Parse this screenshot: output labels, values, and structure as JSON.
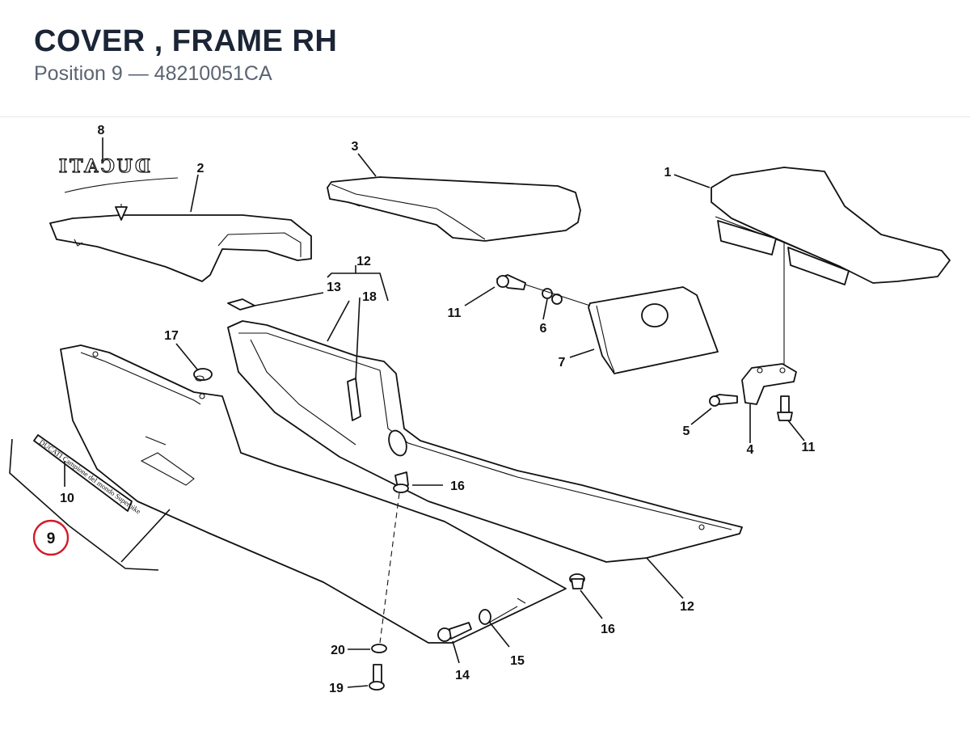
{
  "header": {
    "title": "COVER , FRAME RH",
    "subtitle": "Position 9 — 48210051CA"
  },
  "diagram": {
    "highlight_color": "#d11a2a",
    "selected_position": "9",
    "decal_ducati_text": "DUCATI",
    "decal_slogan_text": "DUCATI Campione del mondo Superbike",
    "callouts": {
      "c1": "1",
      "c2": "2",
      "c3": "3",
      "c4": "4",
      "c5": "5",
      "c6": "6",
      "c7": "7",
      "c8": "8",
      "c9": "9",
      "c10": "10",
      "c11a": "11",
      "c11b": "11",
      "c12a": "12",
      "c12b": "12",
      "c13": "13",
      "c14": "14",
      "c15": "15",
      "c16a": "16",
      "c16b": "16",
      "c17": "17",
      "c18": "18",
      "c19": "19",
      "c20": "20"
    }
  }
}
